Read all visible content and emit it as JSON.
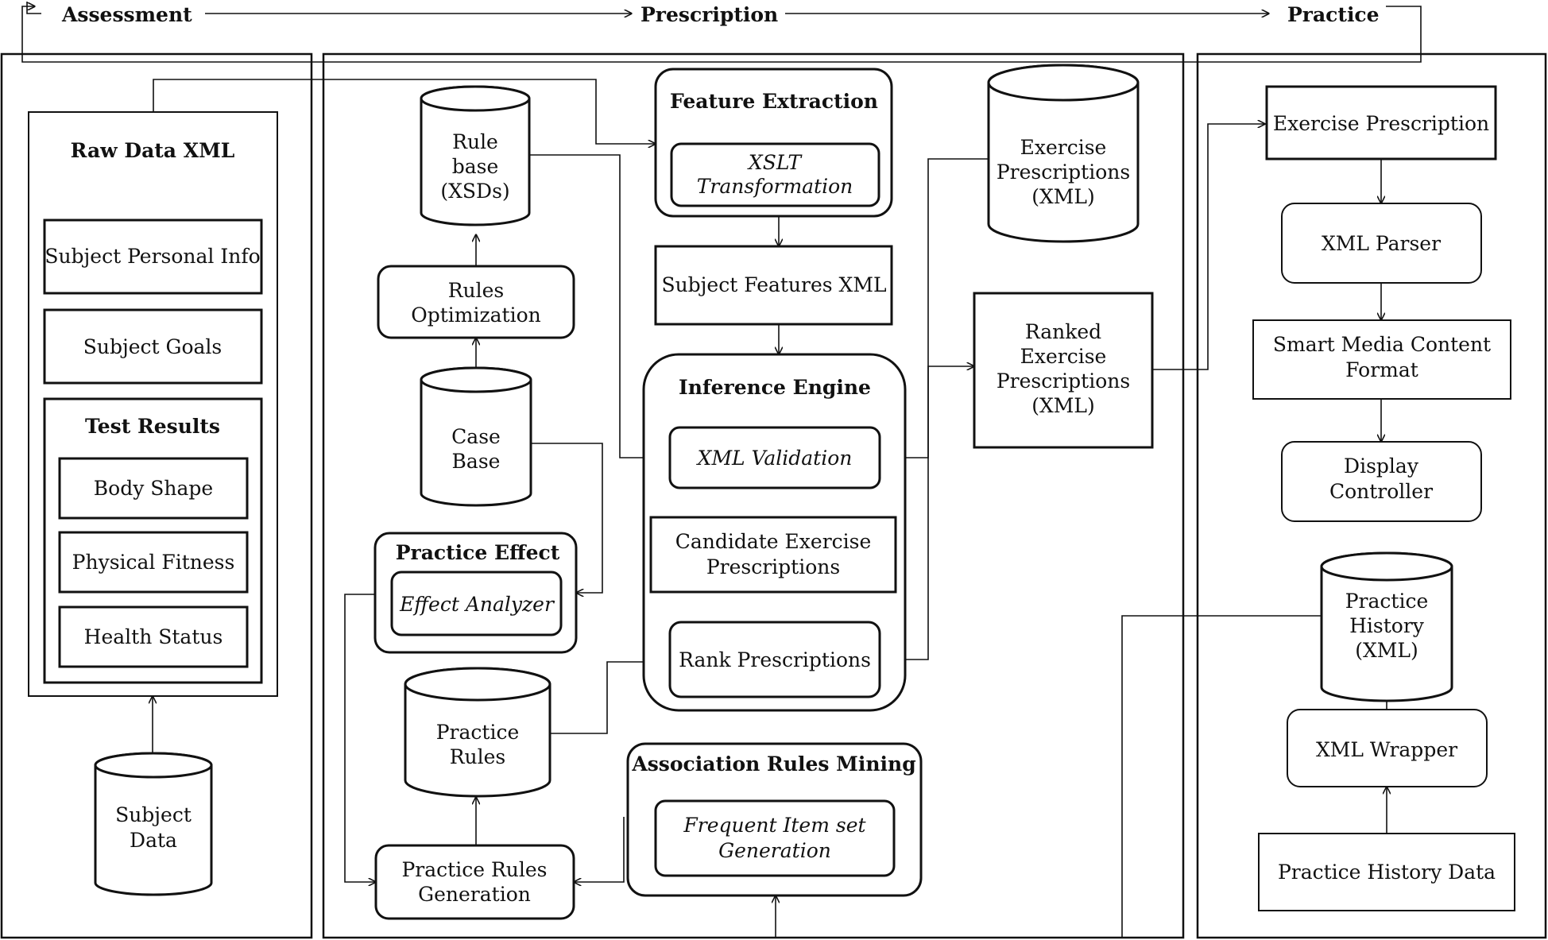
{
  "phases": {
    "assessment": "Assessment",
    "prescription": "Prescription",
    "practice": "Practice"
  },
  "assessment": {
    "raw_data_title": "Raw Data XML",
    "subject_personal_info": "Subject Personal Info",
    "subject_goals": "Subject Goals",
    "test_results": "Test Results",
    "body_shape": "Body Shape",
    "physical_fitness": "Physical Fitness",
    "health_status": "Health Status",
    "subject_data": [
      "Subject",
      "Data"
    ]
  },
  "prescription": {
    "rule_base": [
      "Rule",
      "base",
      "(XSDs)"
    ],
    "rules_optimization": [
      "Rules",
      "Optimization"
    ],
    "case_base": [
      "Case",
      "Base"
    ],
    "practice_effect": "Practice Effect",
    "effect_analyzer": "Effect Analyzer",
    "practice_rules": [
      "Practice",
      "Rules"
    ],
    "practice_rules_generation": [
      "Practice Rules",
      "Generation"
    ],
    "feature_extraction": "Feature Extraction",
    "xslt_transformation": [
      "XSLT",
      "Transformation"
    ],
    "subject_features_xml": "Subject Features XML",
    "inference_engine": "Inference Engine",
    "xml_validation": "XML Validation",
    "candidate_exercise_prescriptions": [
      "Candidate Exercise",
      "Prescriptions"
    ],
    "rank_prescriptions": "Rank Prescriptions",
    "association_rules_mining": "Association Rules Mining",
    "frequent_itemset_generation": [
      "Frequent Item set",
      "Generation"
    ],
    "exercise_prescriptions_xml": [
      "Exercise",
      "Prescriptions",
      "(XML)"
    ],
    "ranked_exercise_prescriptions": [
      "Ranked",
      "Exercise",
      "Prescriptions",
      "(XML)"
    ]
  },
  "practice": {
    "exercise_prescription": "Exercise Prescription",
    "xml_parser": "XML Parser",
    "smart_media_content_format": [
      "Smart Media Content",
      "Format"
    ],
    "display_controller": [
      "Display",
      "Controller"
    ],
    "practice_history_xml": [
      "Practice",
      "History",
      "(XML)"
    ],
    "xml_wrapper": "XML Wrapper",
    "practice_history_data": "Practice History Data"
  }
}
